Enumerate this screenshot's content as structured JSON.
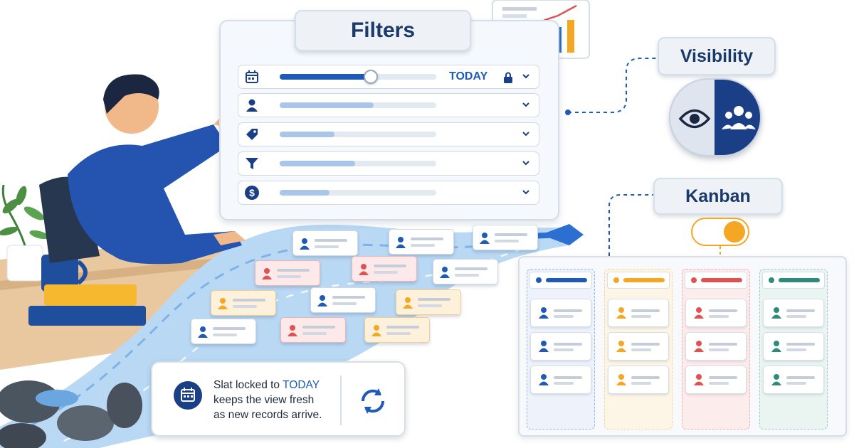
{
  "filters": {
    "title": "Filters",
    "today_label": "TODAY",
    "rows": [
      {
        "icon": "calendar-icon",
        "fill": 0.58
      },
      {
        "icon": "person-icon",
        "fill": 0.6
      },
      {
        "icon": "tag-icon",
        "fill": 0.35
      },
      {
        "icon": "funnel-icon",
        "fill": 0.48
      },
      {
        "icon": "dollar-icon",
        "fill": 0.32
      }
    ]
  },
  "visibility": {
    "title": "Visibility",
    "icons": [
      "eye-icon",
      "group-icon"
    ]
  },
  "kanban": {
    "title": "Kanban",
    "switch_on": true,
    "columns": [
      {
        "color": "#1e5bb8",
        "cards": 3
      },
      {
        "color": "#f5a623",
        "cards": 3
      },
      {
        "color": "#e05252",
        "cards": 3
      },
      {
        "color": "#2e8b7a",
        "cards": 3
      }
    ]
  },
  "info": {
    "line1_prefix": "Slat locked to ",
    "line1_highlight": "TODAY",
    "line2": "keeps the view fresh",
    "line3": "as new records arrive."
  },
  "colors": {
    "accent": "#1e5bb8",
    "orange": "#f5a623",
    "red": "#e05252",
    "teal": "#2e8b7a",
    "stream": "#9ec8f0"
  }
}
